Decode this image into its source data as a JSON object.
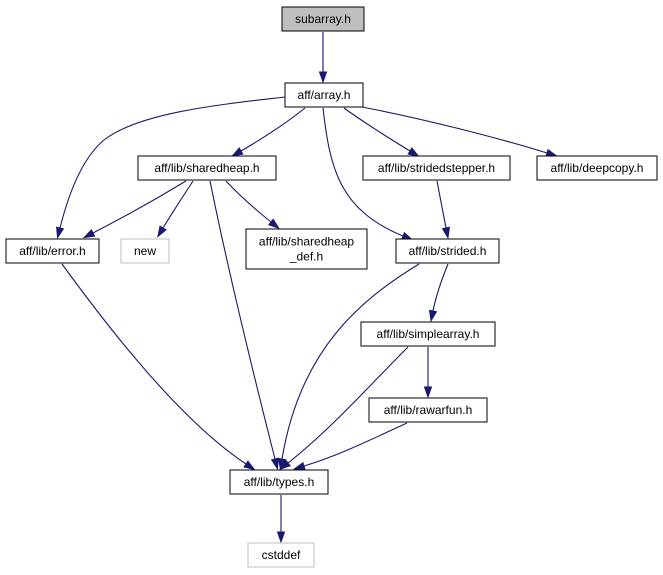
{
  "diagram": {
    "colors": {
      "edge": "#191970",
      "node_border": "#000000",
      "external_border": "#bfbfbf",
      "external_text": "#7f7f7f",
      "highlight_fill": "#bfbfbf",
      "node_fill": "#ffffff"
    },
    "nodes": [
      {
        "id": "subarray",
        "lines": [
          "subarray.h"
        ],
        "style": "highlight"
      },
      {
        "id": "array",
        "lines": [
          "aff/array.h"
        ],
        "style": "normal"
      },
      {
        "id": "sharedheap",
        "lines": [
          "aff/lib/sharedheap.h"
        ],
        "style": "normal"
      },
      {
        "id": "stridedstepper",
        "lines": [
          "aff/lib/stridedstepper.h"
        ],
        "style": "normal"
      },
      {
        "id": "deepcopy",
        "lines": [
          "aff/lib/deepcopy.h"
        ],
        "style": "normal"
      },
      {
        "id": "error",
        "lines": [
          "aff/lib/error.h"
        ],
        "style": "normal"
      },
      {
        "id": "new",
        "lines": [
          "new"
        ],
        "style": "external"
      },
      {
        "id": "sharedheap_def",
        "lines": [
          "aff/lib/sharedheap",
          "_def.h"
        ],
        "style": "normal"
      },
      {
        "id": "strided",
        "lines": [
          "aff/lib/strided.h"
        ],
        "style": "normal"
      },
      {
        "id": "simplearray",
        "lines": [
          "aff/lib/simplearray.h"
        ],
        "style": "normal"
      },
      {
        "id": "rawarfun",
        "lines": [
          "aff/lib/rawarfun.h"
        ],
        "style": "normal"
      },
      {
        "id": "types",
        "lines": [
          "aff/lib/types.h"
        ],
        "style": "normal"
      },
      {
        "id": "cstddef",
        "lines": [
          "cstddef"
        ],
        "style": "external"
      }
    ],
    "edges": [
      {
        "from": "subarray",
        "to": "array"
      },
      {
        "from": "array",
        "to": "sharedheap"
      },
      {
        "from": "array",
        "to": "error"
      },
      {
        "from": "array",
        "to": "strided"
      },
      {
        "from": "array",
        "to": "stridedstepper"
      },
      {
        "from": "array",
        "to": "deepcopy"
      },
      {
        "from": "sharedheap",
        "to": "error"
      },
      {
        "from": "sharedheap",
        "to": "new"
      },
      {
        "from": "sharedheap",
        "to": "sharedheap_def"
      },
      {
        "from": "sharedheap",
        "to": "types"
      },
      {
        "from": "error",
        "to": "types"
      },
      {
        "from": "stridedstepper",
        "to": "strided"
      },
      {
        "from": "strided",
        "to": "types"
      },
      {
        "from": "strided",
        "to": "simplearray"
      },
      {
        "from": "simplearray",
        "to": "types"
      },
      {
        "from": "simplearray",
        "to": "rawarfun"
      },
      {
        "from": "rawarfun",
        "to": "types"
      },
      {
        "from": "types",
        "to": "cstddef"
      }
    ]
  }
}
